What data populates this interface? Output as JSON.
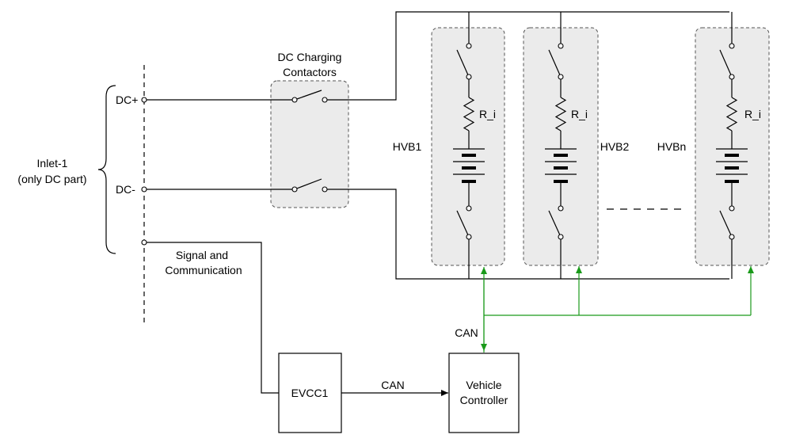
{
  "inlet": {
    "line1": "Inlet-1",
    "line2": "(only DC part)",
    "dc_plus": "DC+",
    "dc_minus": "DC-"
  },
  "signal": {
    "line1": "Signal and",
    "line2": "Communication"
  },
  "contactors": {
    "line1": "DC Charging",
    "line2": "Contactors"
  },
  "batteries": [
    {
      "name": "HVB1",
      "resistor": "R_i"
    },
    {
      "name": "HVB2",
      "resistor": "R_i"
    },
    {
      "name": "HVBn",
      "resistor": "R_i"
    }
  ],
  "evcc": {
    "label": "EVCC1"
  },
  "vehicle_controller": {
    "line1": "Vehicle",
    "line2": "Controller"
  },
  "can_bus": {
    "label_vertical": "CAN",
    "label_horizontal": "CAN"
  },
  "colors": {
    "wire": "#000000",
    "can_wire": "#1a9a1a",
    "box_fill": "#ebebeb"
  }
}
